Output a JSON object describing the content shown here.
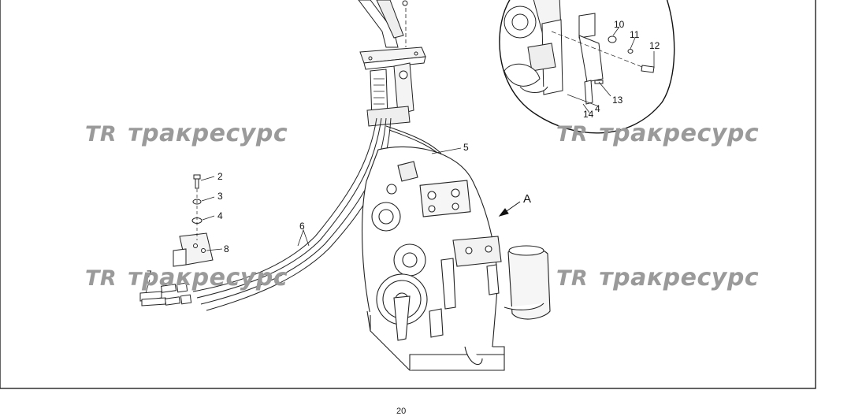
{
  "watermark": {
    "logo": "TR",
    "text": "тракресурс"
  },
  "view_label": "A",
  "page_number": "20",
  "callouts": {
    "c2": "2",
    "c3": "3",
    "c4": "4",
    "c5": "5",
    "c6": "6",
    "c7": "7",
    "c8": "8",
    "c10": "10",
    "c11": "11",
    "c12": "12",
    "c13": "13",
    "c14": "14",
    "c4b": "4"
  }
}
